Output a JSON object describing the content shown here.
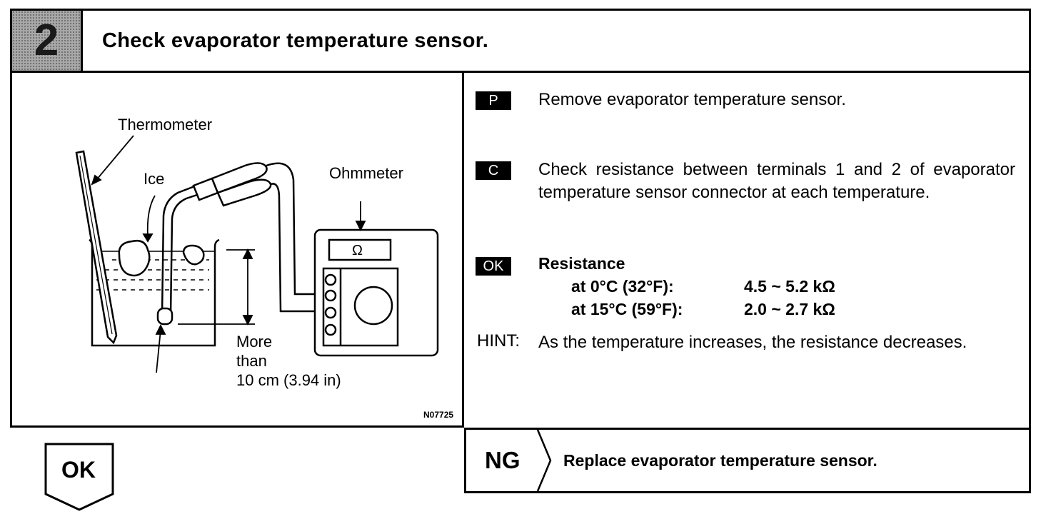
{
  "header": {
    "step": "2",
    "title": "Check evaporator temperature sensor."
  },
  "figure": {
    "labels": {
      "thermometer": "Thermometer",
      "ice": "Ice",
      "ohmmeter": "Ohmmeter",
      "ohm_symbol": "Ω",
      "depth_line1": "More",
      "depth_line2": "than",
      "depth_line3": "10 cm (3.94 in)"
    },
    "code": "N07725"
  },
  "procedure": {
    "prepare": {
      "tag": "P",
      "text": "Remove evaporator temperature sensor."
    },
    "check": {
      "tag": "C",
      "text": "Check resistance between terminals 1 and 2 of evaporator temperature sensor connector at each temperature."
    },
    "ok": {
      "tag": "OK",
      "heading": "Resistance",
      "rows": [
        {
          "condition": "at   0°C (32°F):",
          "value": "4.5 ~ 5.2 kΩ"
        },
        {
          "condition": "at 15°C (59°F):",
          "value": "2.0 ~ 2.7 kΩ"
        }
      ]
    },
    "hint": {
      "label": "HINT:",
      "text": "As the temperature increases, the resistance decreases."
    }
  },
  "result_ng": {
    "label": "NG",
    "action": "Replace evaporator temperature sensor."
  },
  "result_ok": {
    "label": "OK"
  }
}
